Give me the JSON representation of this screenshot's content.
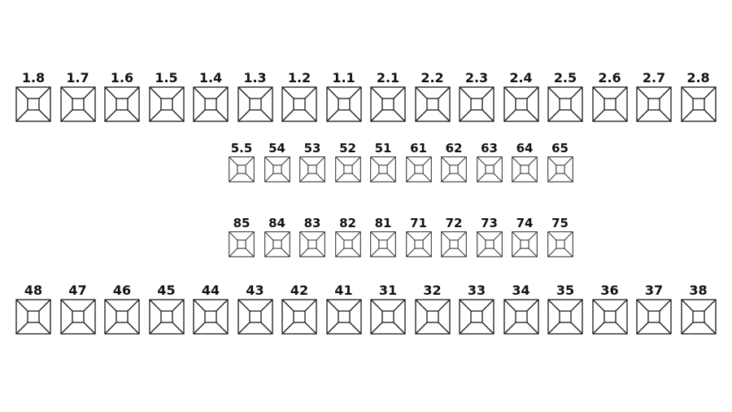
{
  "upper_permanent": [
    "1.8",
    "1.7",
    "1.6",
    "1.5",
    "1.4",
    "1.3",
    "1.2",
    "1.1",
    "2.1",
    "2.2",
    "2.3",
    "2.4",
    "2.5",
    "2.6",
    "2.7",
    "2.8"
  ],
  "upper_primary": [
    "5.5",
    "54",
    "53",
    "52",
    "51",
    "61",
    "62",
    "63",
    "64",
    "65"
  ],
  "lower_primary": [
    "85",
    "84",
    "83",
    "82",
    "81",
    "71",
    "72",
    "73",
    "74",
    "75"
  ],
  "lower_permanent": [
    "48",
    "47",
    "46",
    "45",
    "44",
    "43",
    "42",
    "41",
    "31",
    "32",
    "33",
    "34",
    "35",
    "36",
    "37",
    "38"
  ]
}
